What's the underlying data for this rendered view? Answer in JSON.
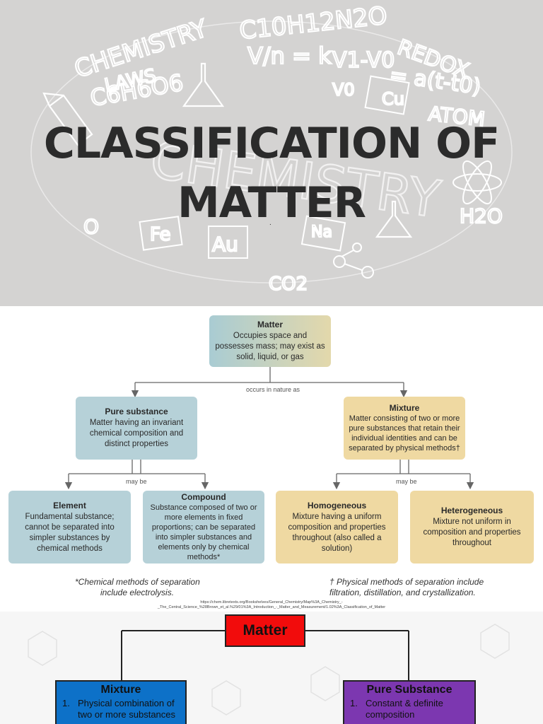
{
  "banner": {
    "title_line_1": "CLASSIFICATION OF",
    "title_line_2": "MATTER",
    "dot": ".",
    "doodles": [
      "CHEMISTRY",
      "LAWS",
      "C10H12N2O",
      "V/n = k",
      "V1-V0",
      "REDOX",
      "V0",
      "= a(t-t0)",
      "C6H6O6",
      "Cu",
      "ATOM",
      "Fe",
      "Au",
      "Na",
      "O",
      "H2O",
      "CO2",
      "CHEMISTRY"
    ],
    "colors": {
      "background": "#d4d3d2",
      "doodle": "#ffffff",
      "title": "#2b2b2b"
    }
  },
  "chart1": {
    "matter": {
      "title": "Matter",
      "desc": "Occupies space and possesses mass; may exist as solid, liquid, or gas"
    },
    "occurs_label": "occurs in nature as",
    "pure": {
      "title": "Pure substance",
      "desc": "Matter having an invariant chemical composition and distinct properties"
    },
    "mixture": {
      "title": "Mixture",
      "desc": "Matter consisting of two or more pure substances that retain their individual identities and can be separated by physical methods†"
    },
    "maybe_left": "may be",
    "maybe_right": "may be",
    "element": {
      "title": "Element",
      "desc": "Fundamental substance; cannot be separated into simpler substances by chemical methods"
    },
    "compound": {
      "title": "Compound",
      "desc": "Substance composed of two or more elements in fixed proportions; can be separated into simpler substances and elements only by chemical methods*"
    },
    "homogeneous": {
      "title": "Homogeneous",
      "desc": "Mixture having a uniform composition and properties throughout (also called a solution)"
    },
    "heterogeneous": {
      "title": "Heterogeneous",
      "desc": "Mixture not uniform in composition and properties throughout"
    },
    "footnote_left_1": "*Chemical methods of separation",
    "footnote_left_2": "include electrolysis.",
    "footnote_right_1": "† Physical methods of separation include",
    "footnote_right_2": "filtration, distillation, and crystallization.",
    "source_1": "https://chem.libretexts.org/Bookshelves/General_Chemistry/Map%3A_Chemistry_-",
    "source_2": "_The_Central_Science_%28Brown_et_al.%29/01%3A_Introduction_-_Matter_and_Measurement/1.02%3A_Classification_of_Matter",
    "colors": {
      "blue_box": "#b6d1d8",
      "tan_box": "#efd9a2",
      "arrow": "#666666"
    }
  },
  "chart2": {
    "matter": "Matter",
    "mixture": {
      "title": "Mixture",
      "items": [
        {
          "n": "1.",
          "t": "Physical combination of two or more substances"
        }
      ]
    },
    "pure": {
      "title": "Pure Substance",
      "items": [
        {
          "n": "1.",
          "t": "Constant & definite composition"
        }
      ]
    },
    "colors": {
      "matter": "#f20c0c",
      "mixture": "#0d71c8",
      "pure": "#7c37b0"
    }
  }
}
